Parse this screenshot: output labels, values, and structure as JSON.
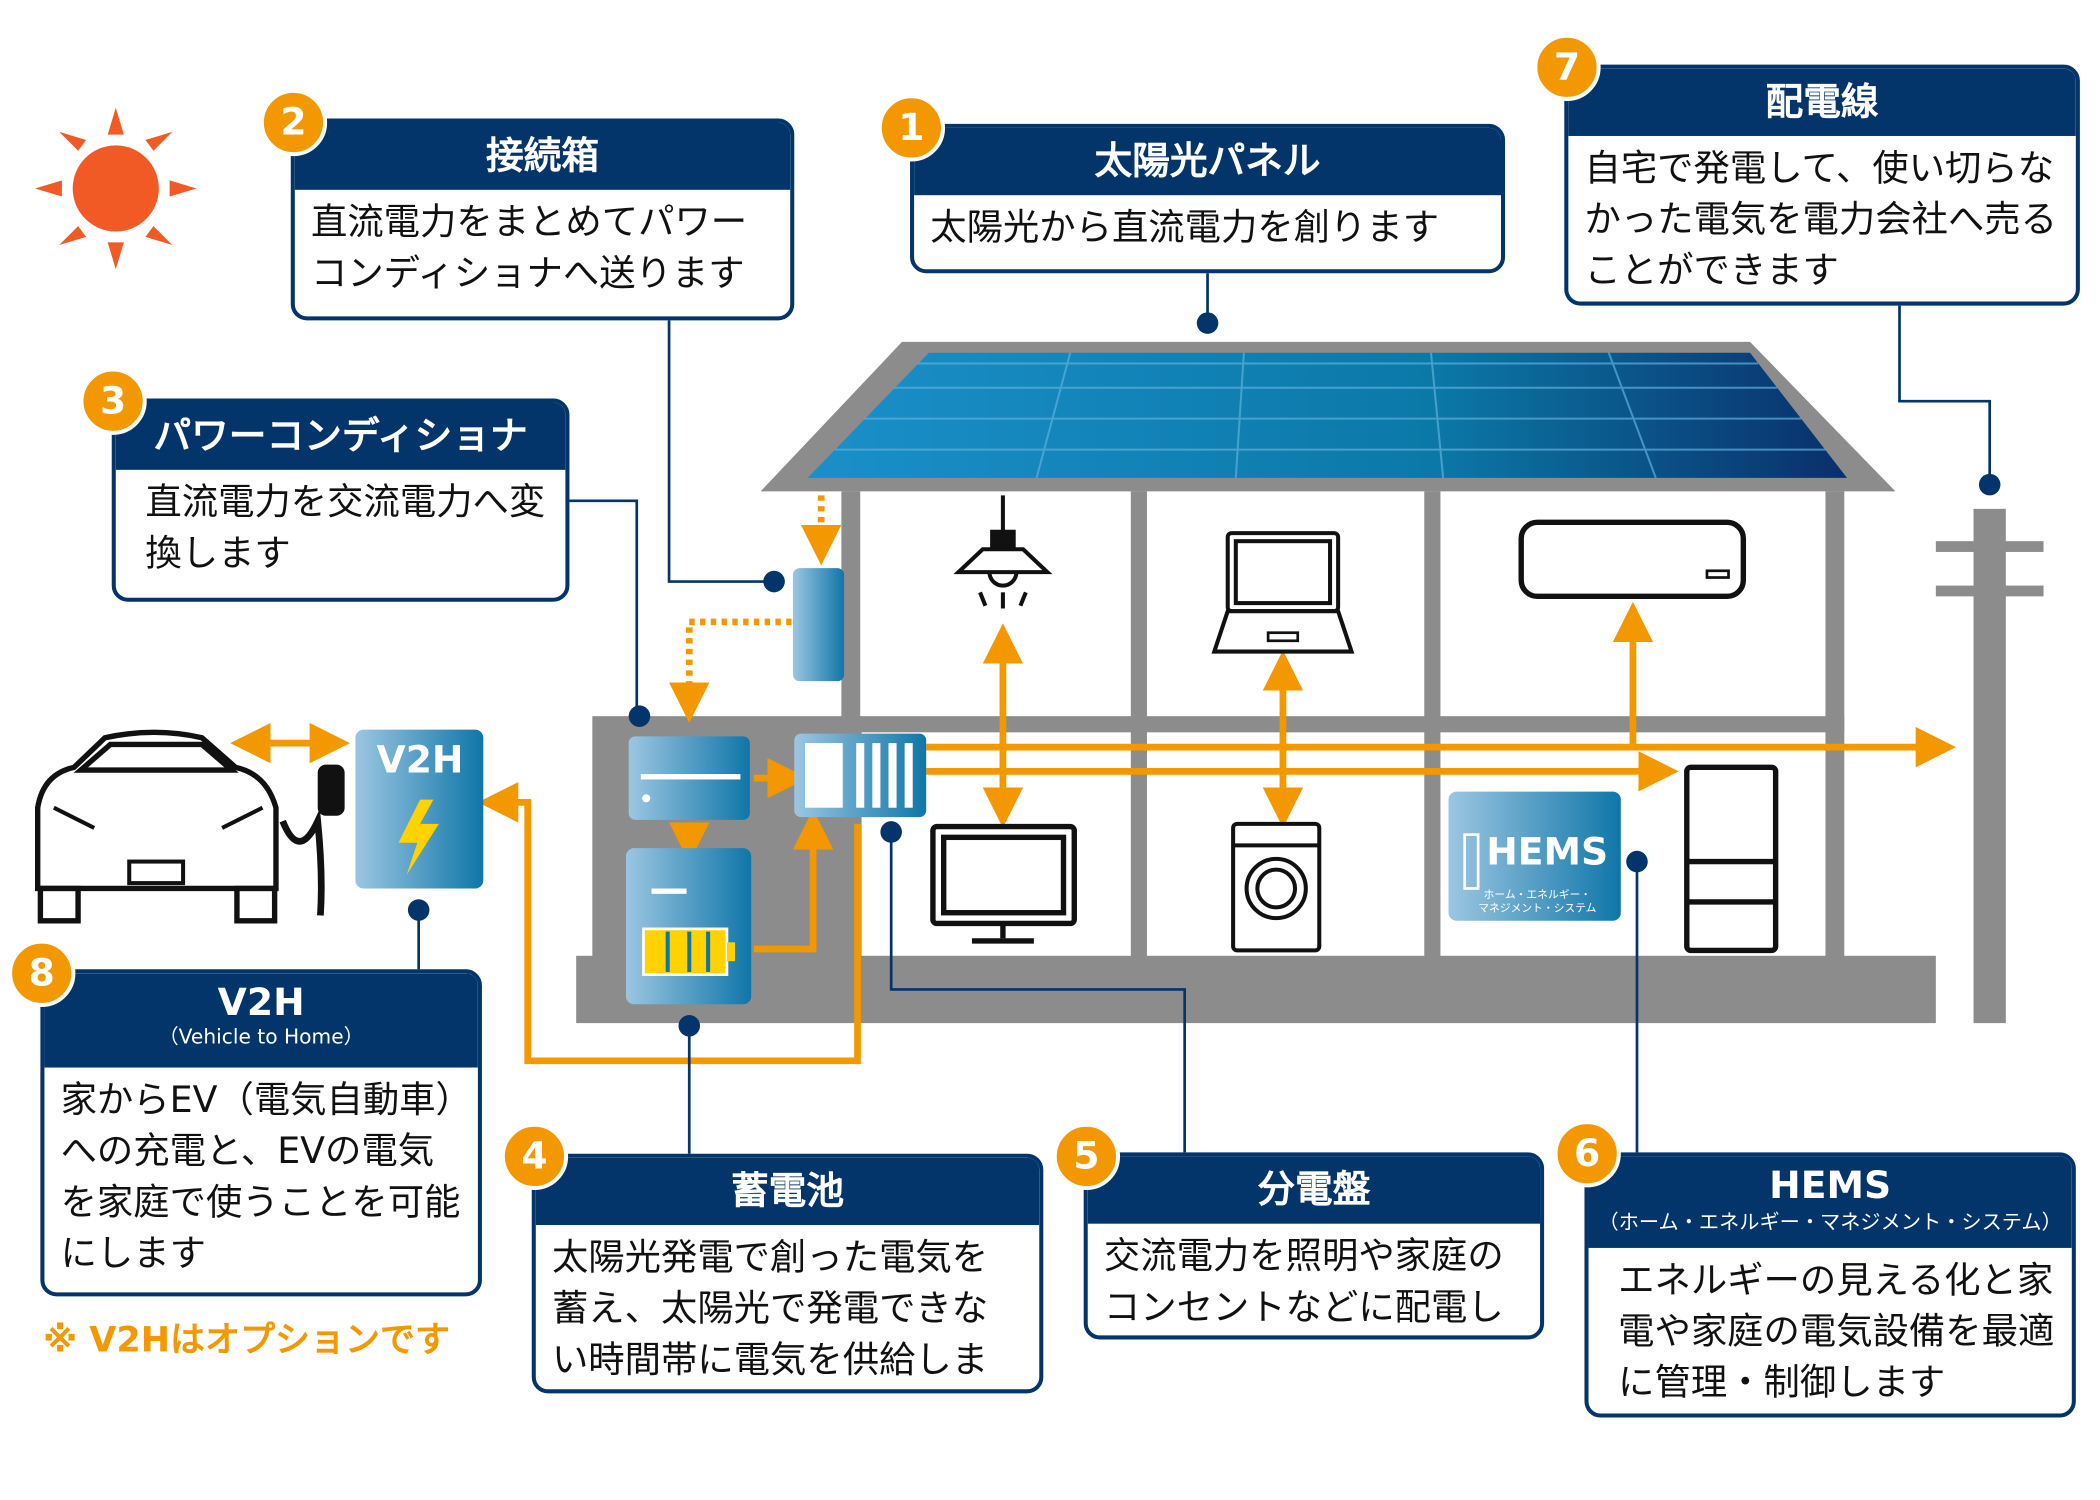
{
  "colors": {
    "navy": "#03356a",
    "orange": "#f39800",
    "gray": "#8c8c8c",
    "sun": "#f15a24"
  },
  "callouts": [
    {
      "num": "1",
      "title": "太陽光パネル",
      "text": "太陽光から直流電力を創ります"
    },
    {
      "num": "2",
      "title": "接続箱",
      "text": "直流電力をまとめてパワーコンディショナへ送ります"
    },
    {
      "num": "3",
      "title": "パワーコンディショナ",
      "text": "直流電力を交流電力へ変換します"
    },
    {
      "num": "4",
      "title": "蓄電池",
      "text": "太陽光発電で創った電気を蓄え、太陽光で発電できない時間帯に電気を供給します"
    },
    {
      "num": "5",
      "title": "分電盤",
      "text": "交流電力を照明や家庭のコンセントなどに配電します"
    },
    {
      "num": "6",
      "title": "HEMS",
      "subtitle": "（ホーム・エネルギー・マネジメント・システム）",
      "text": "エネルギーの見える化と家電や家庭の電気設備を最適に管理・制御します"
    },
    {
      "num": "7",
      "title": "配電線",
      "text": "自宅で発電して、使い切らなかった電気を電力会社へ売ることができます"
    },
    {
      "num": "8",
      "title": "V2H",
      "subtitle": "（Vehicle to Home）",
      "text": "家からEV（電気自動車）への充電と、EVの電気を家庭で使うことを可能にします"
    }
  ],
  "note": "※ V2Hはオプションです",
  "v2h_device_label": "V2H",
  "hems_device": {
    "label": "HEMS",
    "sub1": "ホーム・エネルギー・",
    "sub2": "マネジメント・システム"
  }
}
